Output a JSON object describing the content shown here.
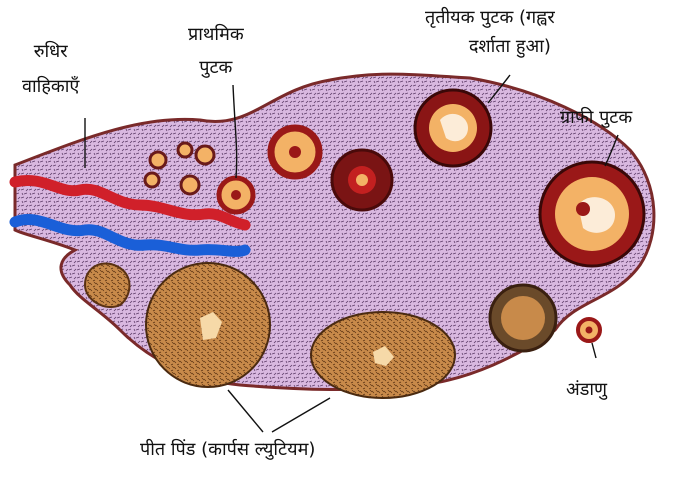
{
  "labels": {
    "blood_vessels": [
      "रुधिर",
      "वाहिकाएँ"
    ],
    "primary_follicle": [
      "प्राथमिक",
      "पुटक"
    ],
    "tertiary_follicle": [
      "तृतीयक पुटक (गह्वर",
      "दर्शाता हुआ)"
    ],
    "graafian_follicle": "ग्राफी पुटक",
    "ovum": "अंडाणु",
    "corpus_luteum": "पीत पिंड (कार्पस ल्युटियम)"
  },
  "colors": {
    "stroma": "#d9b8e0",
    "stroma_outline": "#7a2a2a",
    "artery": "#d0202a",
    "vein": "#1a5fd8",
    "follicle_ring": "#9a1818",
    "antrum": "#f3b266",
    "corpus_luteum": "#c88a4a"
  }
}
